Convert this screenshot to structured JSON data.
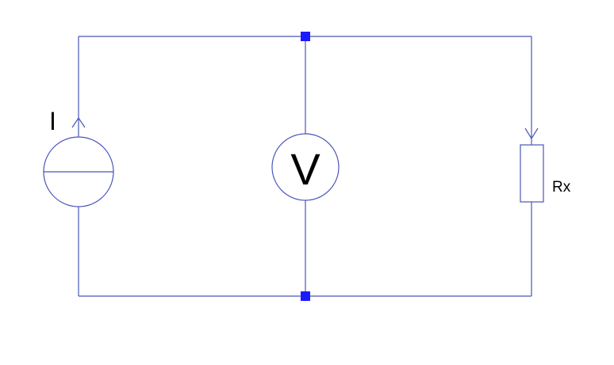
{
  "colors": {
    "wire": "#4a56b8",
    "node": "#1a1aff",
    "text": "#000000",
    "background": "#ffffff"
  },
  "components": {
    "current_source": {
      "label": "I",
      "icon": "current-source-icon"
    },
    "voltmeter": {
      "label": "V",
      "icon": "voltmeter-icon"
    },
    "resistor": {
      "label": "Rx",
      "icon": "resistor-icon"
    }
  }
}
